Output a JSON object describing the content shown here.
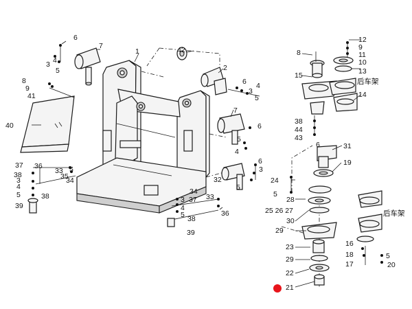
{
  "diagram": {
    "title": "Rear frame exploded parts diagram",
    "labels": {
      "p1": "1",
      "p2": "2",
      "p3": "3",
      "p4": "4",
      "p5": "5",
      "p6": "6",
      "p7": "7",
      "p8": "8",
      "p9": "9",
      "p10": "10",
      "p11": "11",
      "p12": "12",
      "p13": "13",
      "p14": "14",
      "p15": "15",
      "p16": "16",
      "p17": "17",
      "p18": "18",
      "p19": "19",
      "p20": "20",
      "p21": "21",
      "p22": "22",
      "p23": "23",
      "p24": "24",
      "p25": "25",
      "p26": "26",
      "p27": "27",
      "p28": "28",
      "p29": "29",
      "p30": "30",
      "p31": "31",
      "p32": "32",
      "p33": "33",
      "p34": "34",
      "p35": "35",
      "p36": "36",
      "p37": "37",
      "p38": "38",
      "p39": "39",
      "p40": "40",
      "p41": "41",
      "p42": "42",
      "p43": "43",
      "p44": "44"
    },
    "rear_frame_text": "后车架",
    "marker_color": "#e8151b"
  }
}
